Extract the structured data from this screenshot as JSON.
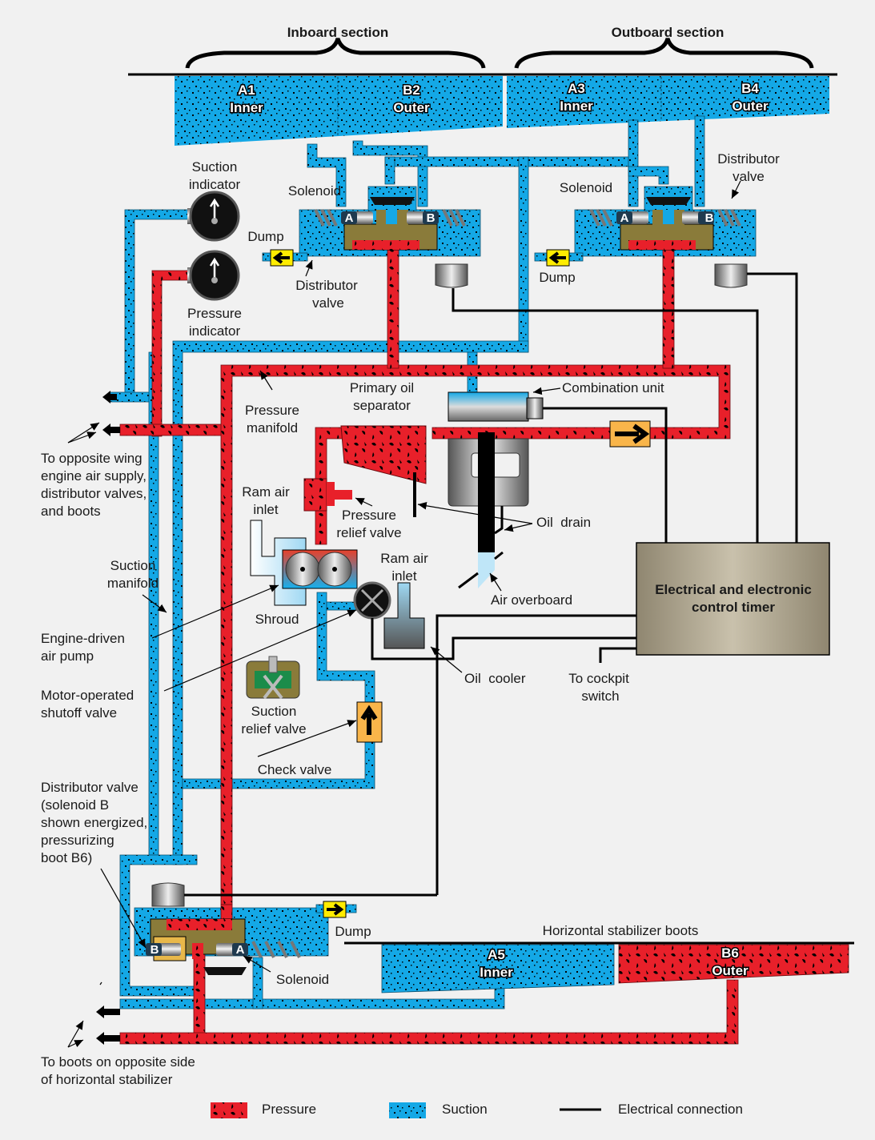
{
  "title": "Pneumatic deicing system schematic",
  "sections": {
    "inboard": "Inboard section",
    "outboard": "Outboard section"
  },
  "boots": {
    "a1": {
      "id": "A1",
      "name": "Inner"
    },
    "b2": {
      "id": "B2",
      "name": "Outer"
    },
    "a3": {
      "id": "A3",
      "name": "Inner"
    },
    "b4": {
      "id": "B4",
      "name": "Outer"
    },
    "a5": {
      "id": "A5",
      "name": "Inner"
    },
    "b6": {
      "id": "B6",
      "name": "Outer"
    }
  },
  "valve_letters": {
    "a": "A",
    "b": "B"
  },
  "labels": {
    "suction_indicator_1": "Suction",
    "suction_indicator_2": "indicator",
    "pressure_indicator_1": "Pressure",
    "pressure_indicator_2": "indicator",
    "solenoid": "Solenoid",
    "dump": "Dump",
    "distributor_valve_1": "Distributor",
    "distributor_valve_2": "valve",
    "pressure_manifold_1": "Pressure",
    "pressure_manifold_2": "manifold",
    "primary_oil_separator_1": "Primary oil",
    "primary_oil_separator_2": "separator",
    "combination_unit": "Combination unit",
    "to_opposite_wing_1": "To opposite wing",
    "to_opposite_wing_2": "engine air supply,",
    "to_opposite_wing_3": "distributor valves,",
    "to_opposite_wing_4": "and boots",
    "ram_air_inlet_1": "Ram air",
    "ram_air_inlet_2": "inlet",
    "pressure_relief_valve_1": "Pressure",
    "pressure_relief_valve_2": "relief valve",
    "oil_drain": "Oil  drain",
    "suction_manifold_1": "Suction",
    "suction_manifold_2": "manifold",
    "shroud": "Shroud",
    "air_overboard": "Air overboard",
    "engine_driven_pump_1": "Engine-driven",
    "engine_driven_pump_2": "air pump",
    "motor_shutoff_1": "Motor-operated",
    "motor_shutoff_2": "shutoff valve",
    "oil_cooler": "Oil  cooler",
    "to_cockpit_1": "To cockpit",
    "to_cockpit_2": "switch",
    "suction_relief_1": "Suction",
    "suction_relief_2": "relief valve",
    "check_valve": "Check valve",
    "dist_valve_note_1": "Distributor valve",
    "dist_valve_note_2": "(solenoid B",
    "dist_valve_note_3": "shown energized,",
    "dist_valve_note_4": "pressurizing",
    "dist_valve_note_5": "boot B6)",
    "horizontal_stabilizer_boots": "Horizontal stabilizer boots",
    "to_boots_opposite_1": "To boots on opposite side",
    "to_boots_opposite_2": "of horizontal stabilizer",
    "timer_1": "Electrical and electronic",
    "timer_2": "control timer"
  },
  "legend": [
    {
      "key": "pressure",
      "label": "Pressure",
      "color": "#e8202a"
    },
    {
      "key": "suction",
      "label": "Suction",
      "color": "#14a8e6"
    },
    {
      "key": "electrical",
      "label": "Electrical connection",
      "color": "#000000"
    }
  ],
  "colors": {
    "suction": "#14a8e6",
    "pressure": "#e8202a",
    "background": "#f1f1f1",
    "timer": "#b3aa92",
    "dump_box": "#ffec00",
    "check_box": "#f9b54a",
    "valve_body": "#8a7b3a"
  }
}
